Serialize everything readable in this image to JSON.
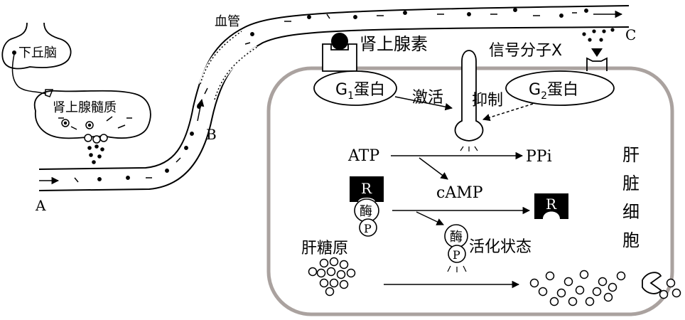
{
  "labels": {
    "hypothalamus": "下丘脑",
    "adrenal_medulla": "肾上腺髓质",
    "vessel": "血管",
    "point_a": "A",
    "point_b": "B",
    "point_c": "C",
    "epinephrine": "肾上腺素",
    "signal_x": "信号分子X",
    "g1_prefix": "G",
    "g1_sub": "1",
    "g1_suffix": "蛋白",
    "g2_prefix": "G",
    "g2_sub": "2",
    "g2_suffix": "蛋白",
    "activate": "激活",
    "inhibit": "抑制",
    "atp": "ATP",
    "ppi": "PPi",
    "camp": "cAMP",
    "r_inactive": "R",
    "enzyme_inactive": "酶",
    "p_inactive": "P",
    "r_released": "R",
    "enzyme_active": "酶",
    "p_active": "P",
    "active_state": "活化状态",
    "glycogen": "肝糖原",
    "liver_cell_1": "肝",
    "liver_cell_2": "脏",
    "liver_cell_3": "细",
    "liver_cell_4": "胞"
  }
}
